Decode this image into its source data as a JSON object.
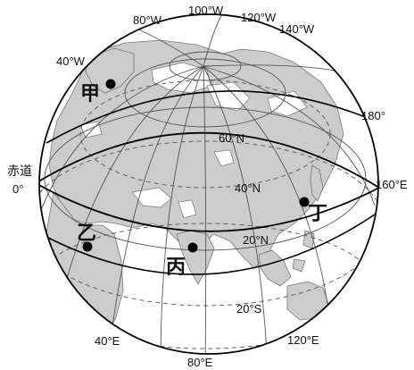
{
  "map": {
    "longitude_labels": {
      "w80": "80°W",
      "w100": "100°W",
      "w120": "120°W",
      "w140": "140°W",
      "w40": "40°W",
      "e180": "180°",
      "e160": "160°E",
      "e40": "40°E",
      "e80": "80°E",
      "e120": "120°E"
    },
    "latitude_labels": {
      "n60": "60°N",
      "n40": "40°N",
      "n20": "20°N",
      "s20": "20°S"
    },
    "equator": {
      "label": "赤道",
      "degree": "0°"
    },
    "points": [
      {
        "label": "甲"
      },
      {
        "label": "乙"
      },
      {
        "label": "丙"
      },
      {
        "label": "丁"
      }
    ]
  }
}
